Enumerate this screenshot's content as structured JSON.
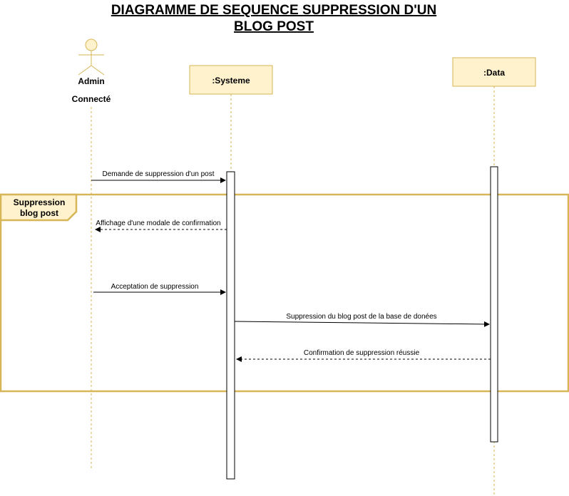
{
  "title_line1": "DIAGRAMME DE SEQUENCE SUPPRESSION D'UN",
  "title_line2": "BLOG POST",
  "actor": {
    "name": "Admin",
    "state": "Connecté"
  },
  "lifelines": {
    "systeme": ":Systeme",
    "data": ":Data"
  },
  "fragment": {
    "label_line1": "Suppression",
    "label_line2": "blog post"
  },
  "messages": [
    {
      "text": "Demande de suppression d'un post",
      "style": "solid"
    },
    {
      "text": "Affichage d'une modale de confirmation",
      "style": "dashed"
    },
    {
      "text": "Acceptation de suppression",
      "style": "solid"
    },
    {
      "text": "Suppression du blog post de la base de donées",
      "style": "solid"
    },
    {
      "text": "Confirmation de suppression réussie",
      "style": "dashed"
    }
  ],
  "colors": {
    "participant_fill": "#fff2cc",
    "participant_stroke": "#d6b656",
    "fragment_stroke": "#d6b656",
    "lifeline_dash": "#d6b656",
    "activation_fill": "#ffffff",
    "line": "#000000"
  }
}
